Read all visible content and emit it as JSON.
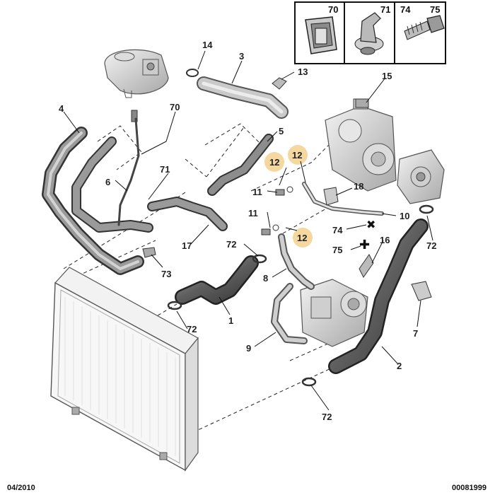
{
  "footer": {
    "date": "04/2010",
    "reference": "00081999"
  },
  "inset": {
    "labels": [
      "70",
      "71",
      "74",
      "75"
    ]
  },
  "highlight_color": "#f5d7a0",
  "parts": [
    {
      "id": "p14",
      "label": "14"
    },
    {
      "id": "p3",
      "label": "3"
    },
    {
      "id": "p13",
      "label": "13"
    },
    {
      "id": "p15",
      "label": "15"
    },
    {
      "id": "p4",
      "label": "4"
    },
    {
      "id": "p70",
      "label": "70"
    },
    {
      "id": "p5",
      "label": "5"
    },
    {
      "id": "p12a",
      "label": "12"
    },
    {
      "id": "p12b",
      "label": "12"
    },
    {
      "id": "p71",
      "label": "71"
    },
    {
      "id": "p6",
      "label": "6"
    },
    {
      "id": "p11a",
      "label": "11"
    },
    {
      "id": "p18",
      "label": "18"
    },
    {
      "id": "p10",
      "label": "10"
    },
    {
      "id": "p11b",
      "label": "11"
    },
    {
      "id": "p74",
      "label": "74"
    },
    {
      "id": "p12c",
      "label": "12"
    },
    {
      "id": "p17",
      "label": "17"
    },
    {
      "id": "p72a",
      "label": "72"
    },
    {
      "id": "p16",
      "label": "16"
    },
    {
      "id": "p75",
      "label": "75"
    },
    {
      "id": "p72b",
      "label": "72"
    },
    {
      "id": "p73",
      "label": "73"
    },
    {
      "id": "p8",
      "label": "8"
    },
    {
      "id": "p1",
      "label": "1"
    },
    {
      "id": "p72c",
      "label": "72"
    },
    {
      "id": "p7",
      "label": "7"
    },
    {
      "id": "p9",
      "label": "9"
    },
    {
      "id": "p2",
      "label": "2"
    },
    {
      "id": "p72d",
      "label": "72"
    }
  ]
}
